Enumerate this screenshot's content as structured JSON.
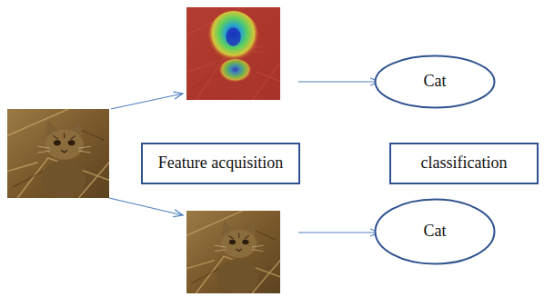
{
  "diagram": {
    "nodes": [
      {
        "text": [
          "Cat"
        ]
      },
      {
        "text": [
          "Feature acquisition"
        ]
      },
      {
        "text": [
          "classification"
        ]
      },
      {
        "text": [
          "Cat"
        ]
      }
    ]
  }
}
